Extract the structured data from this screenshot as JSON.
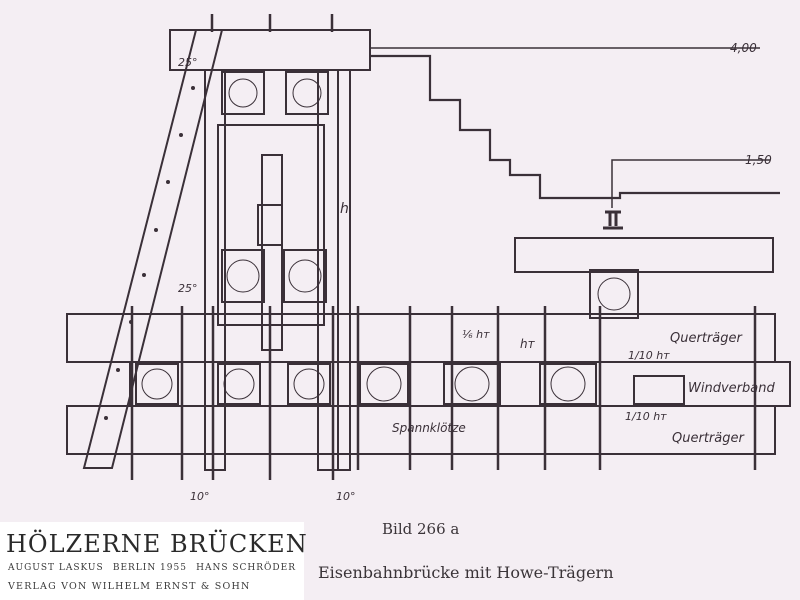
{
  "figure": {
    "number": "Bild 266 a",
    "caption": "Eisenbahnbrücke mit Howe-Trägern"
  },
  "book": {
    "title": "HÖLZERNE BRÜCKEN",
    "author_1": "AUGUST LASKUS",
    "place_year": "BERLIN 1955",
    "author_2": "HANS SCHRÖDER",
    "publisher": "VERLAG VON WILHELM ERNST & SOHN"
  },
  "drawing": {
    "level_top": "4,00",
    "level_rail": "1,50",
    "label_quertraeger_upper": "Querträger",
    "label_quertraeger_lower": "Querträger",
    "label_windverband": "Windverband",
    "label_spannkloetze": "Spannklötze",
    "label_h": "h",
    "label_hT": "hᴛ",
    "label_frac_upper": "⅙ hᴛ",
    "label_frac_right": "1/10 hᴛ",
    "label_frac_lower": "1/10 hᴛ",
    "label_angle_top": "25°",
    "label_angle_mid": "25°",
    "label_angle_bottom_left": "10°",
    "label_angle_bottom_right": "10°"
  },
  "colors": {
    "paper": "#f4eef3",
    "ink": "#3a3038"
  }
}
